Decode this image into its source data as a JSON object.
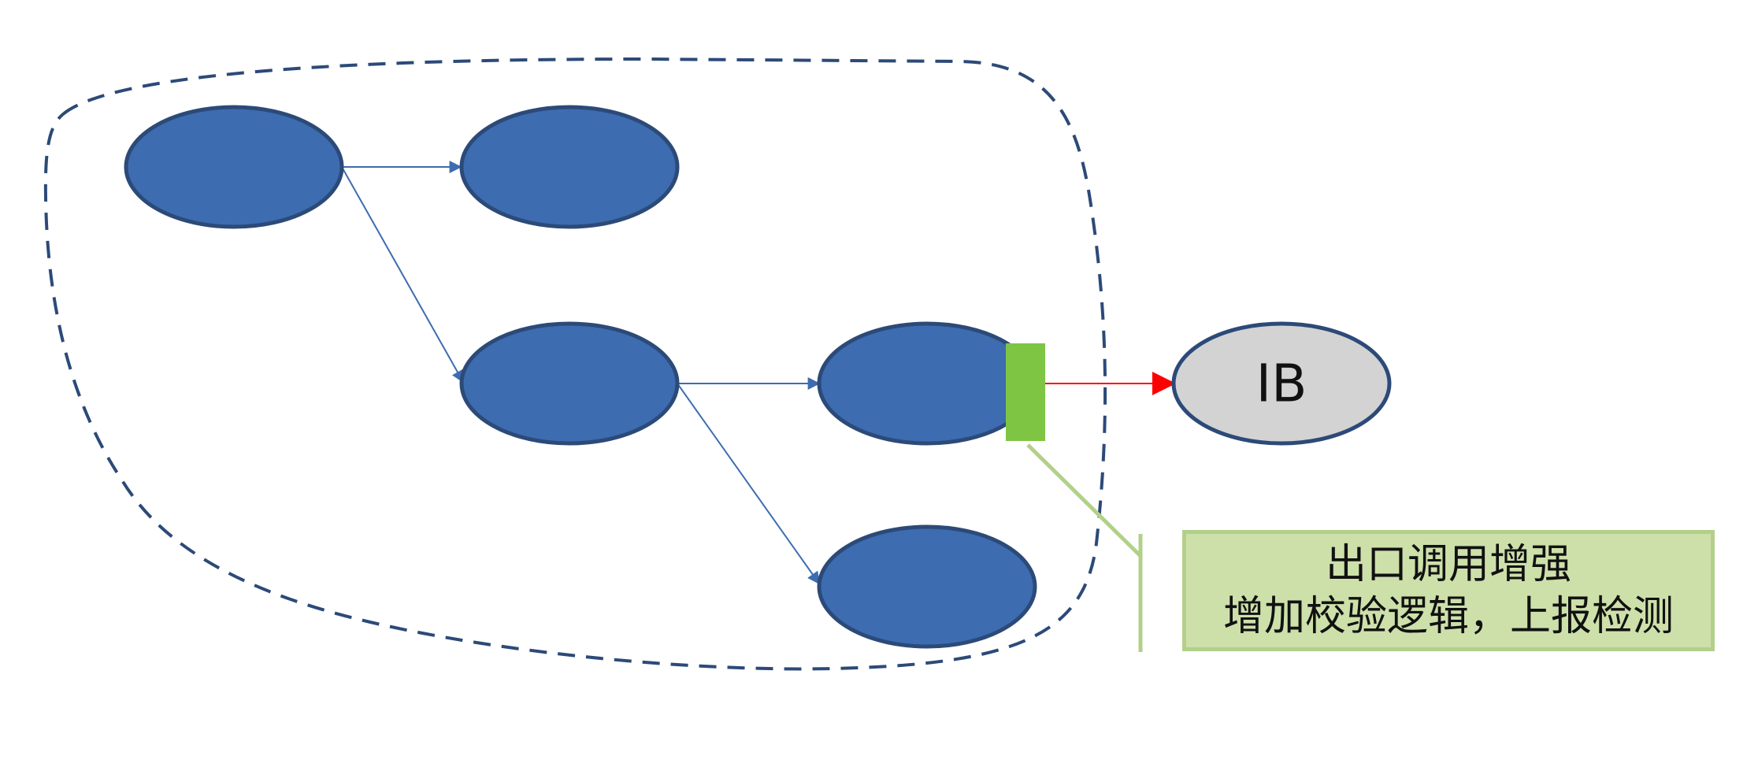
{
  "diagram": {
    "nodes": [
      {
        "id": "n1",
        "label": ""
      },
      {
        "id": "n2",
        "label": ""
      },
      {
        "id": "n3",
        "label": ""
      },
      {
        "id": "n4",
        "label": ""
      },
      {
        "id": "n5",
        "label": ""
      },
      {
        "id": "ib",
        "label": "IB"
      }
    ],
    "edges": [
      {
        "from": "n1",
        "to": "n2"
      },
      {
        "from": "n1",
        "to": "n3"
      },
      {
        "from": "n3",
        "to": "n4"
      },
      {
        "from": "n3",
        "to": "n5"
      },
      {
        "from": "n4",
        "to": "ib",
        "style": "highlighted"
      }
    ],
    "callout": {
      "line1": "出口调用增强",
      "line2": "增加校验逻辑，上报检测"
    },
    "colors": {
      "node_fill": "#3d6cb0",
      "node_stroke": "#2c4a78",
      "ib_fill": "#d3d3d3",
      "exit_marker": "#7ec544",
      "highlight_edge": "#ff0000",
      "callout_fill": "#cde0aa",
      "callout_border": "#b3d08a"
    }
  }
}
